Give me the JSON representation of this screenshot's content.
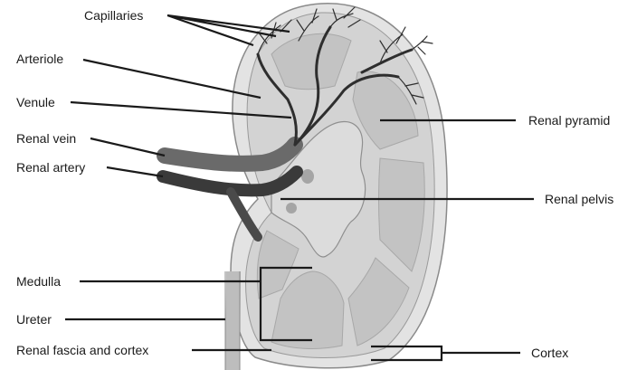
{
  "labels": {
    "capillaries": "Capillaries",
    "arteriole": "Arteriole",
    "venule": "Venule",
    "renal_vein": "Renal vein",
    "renal_artery": "Renal artery",
    "renal_pyramid": "Renal pyramid",
    "renal_pelvis": "Renal pelvis",
    "medulla": "Medulla",
    "ureter": "Ureter",
    "renal_fascia_cortex": "Renal fascia and cortex",
    "cortex": "Cortex"
  },
  "colors": {
    "fascia": "#e3e3e3",
    "cortex": "#d3d3d3",
    "medulla": "#c3c3c3",
    "pelvis": "#dcdcdc",
    "vessel_dark": "#3a3a3a",
    "vessel_mid": "#6a6a6a",
    "leader": "#1a1a1a"
  }
}
